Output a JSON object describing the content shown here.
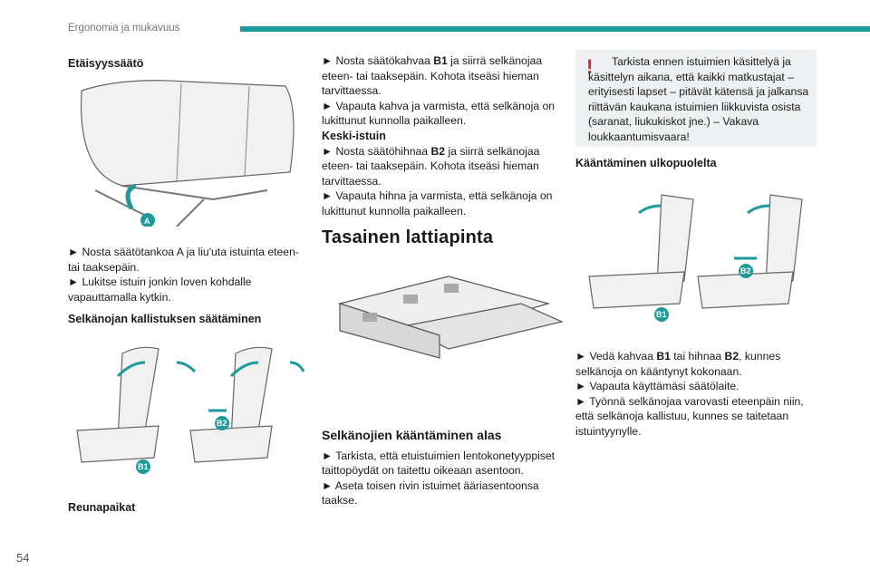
{
  "header": {
    "section": "Ergonomia ja mukavuus",
    "page_number": "54"
  },
  "left": {
    "h1": "Etäisyyssäätö",
    "img1_label": "A",
    "p1": "► Nosta säätötankoa A ja liu'uta istuinta eteen- tai taaksepäin.",
    "p2": "► Lukitse istuin jonkin loven kohdalle vapauttamalla kytkin.",
    "h2": "Selkänojan kallistuksen säätäminen",
    "img2_labels": [
      "B1",
      "B2"
    ],
    "h3": "Reunapaikat"
  },
  "middle": {
    "p1_pre": "► Nosta säätökahvaa ",
    "p1_bold": "B1",
    "p1_post": " ja siirrä selkänojaa eteen- tai taaksepäin. Kohota itseäsi hieman tarvittaessa.",
    "p2": "► Vapauta kahva ja varmista, että selkänoja on lukittunut kunnolla paikalleen.",
    "sub": "Keski-istuin",
    "p3_pre": "► Nosta säätöhihnaa ",
    "p3_bold": "B2",
    "p3_post": " ja siirrä selkänojaa eteen- tai taaksepäin. Kohota itseäsi hieman tarvittaessa.",
    "p4": "► Vapauta hihna ja varmista, että selkänoja on lukittunut kunnolla paikalleen.",
    "heading": "Tasainen lattiapinta",
    "heading2": "Selkänojien kääntäminen alas",
    "p5": "► Tarkista, että etuistuimien lentokonetyyppiset taittopöydät on taitettu oikeaan asentoon.",
    "p6": "► Aseta toisen rivin istuimet ääriasentoonsa taakse."
  },
  "right": {
    "warning_icon": "!",
    "warning": "Tarkista ennen istuimien käsittelyä ja käsittelyn aikana, että kaikki matkustajat – erityisesti lapset – pitävät kätensä ja jalkansa riittävän kaukana istuimien liikkuvista osista (saranat, liukukiskot jne.) – Vakava loukkaantumisvaara!",
    "h": "Kääntäminen ulkopuolelta",
    "img_labels": [
      "B1",
      "B2"
    ],
    "p1_pre": "► Vedä kahvaa ",
    "p1_b1": "B1",
    "p1_mid": " tai hihnaa ",
    "p1_b2": "B2",
    "p1_post": ", kunnes selkänoja on kääntynyt kokonaan.",
    "p2": "► Vapauta käyttämäsi säätölaite.",
    "p3": "► Työnnä selkänojaa varovasti eteenpäin niin, että selkänoja kallistuu, kunnes se taitetaan istuintyynylle."
  },
  "colors": {
    "accent": "#1f9a9a",
    "warning": "#e0242f"
  }
}
